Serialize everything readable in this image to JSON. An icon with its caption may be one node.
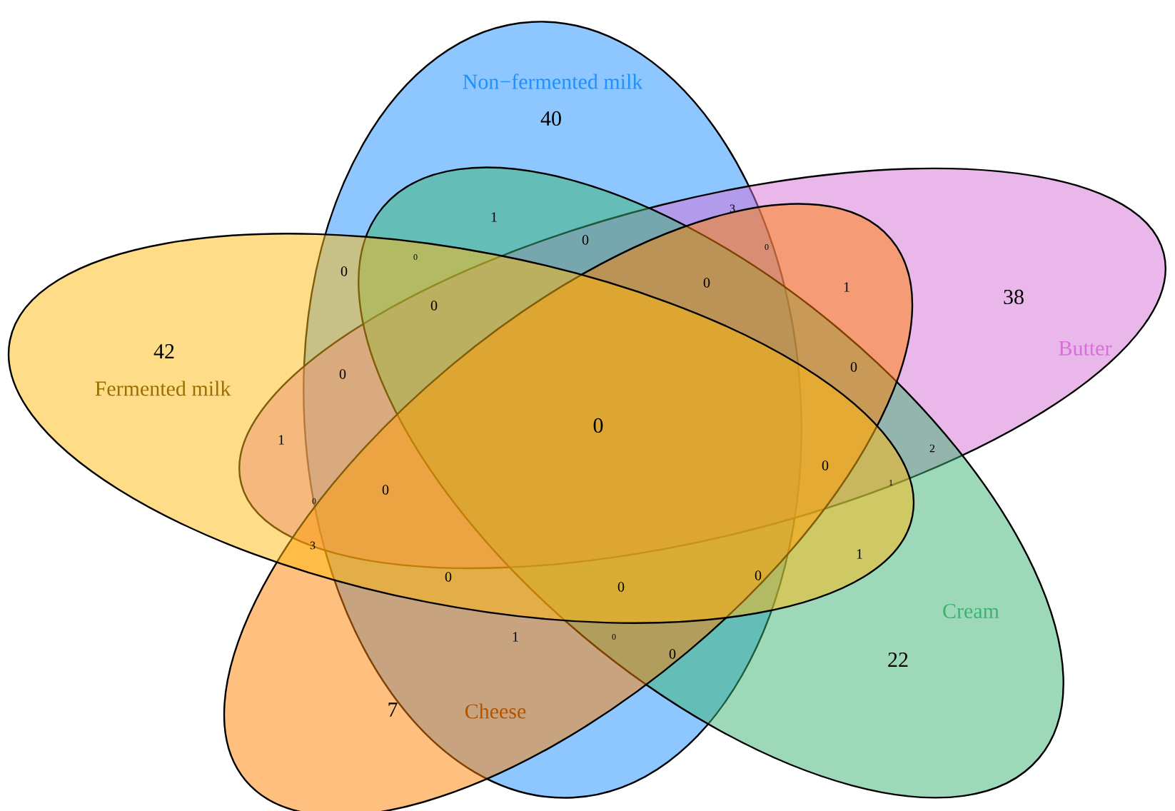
{
  "diagram": {
    "nodes": [
      {
        "text": [
          "Non−fermented milk"
        ]
      },
      {
        "text": [
          "Butter"
        ]
      },
      {
        "text": [
          "Cream"
        ]
      },
      {
        "text": [
          "Cheese"
        ]
      },
      {
        "text": [
          "Fermented milk"
        ]
      }
    ],
    "labels": [
      "40",
      "3",
      "1",
      "0",
      "0",
      "0",
      "0",
      "0",
      "1",
      "38",
      "0",
      "42",
      "0",
      "0",
      "0",
      "1",
      "2",
      "0",
      "0",
      "1",
      "0",
      "0",
      "3",
      "1",
      "0",
      "0",
      "0",
      "1",
      "0",
      "22",
      "7"
    ]
  }
}
